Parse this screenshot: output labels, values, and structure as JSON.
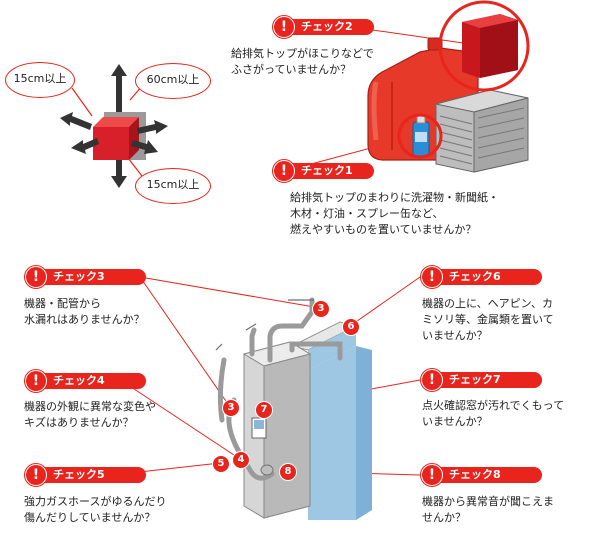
{
  "clearance": {
    "left": "15cm以上",
    "top": "60cm以上",
    "bottom": "15cm以上"
  },
  "exclaim": "!",
  "checks": [
    {
      "label": "チェック2",
      "text": "給排気トップがほこりなどで\nふさがっていませんか？"
    },
    {
      "label": "チェック1",
      "text": "給排気トップのまわりに洗濯物・新聞紙・\n木材・灯油・スプレー缶など、\n燃えやすいものを置いていませんか？"
    },
    {
      "label": "チェック3",
      "text": "機器・配管から\n水漏れはありませんか？"
    },
    {
      "label": "チェック4",
      "text": "機器の外観に異常な変色や\nキズはありませんか？"
    },
    {
      "label": "チェック5",
      "text": "強力ガスホースがゆるんだり\n傷んだりしていませんか？"
    },
    {
      "label": "チェック6",
      "text": "機器の上に、ヘアピン、カ\nミソリ等、金属類を置いて\nいませんか？"
    },
    {
      "label": "チェック7",
      "text": "点火確認窓が汚れでくもって\nいませんか？"
    },
    {
      "label": "チェック8",
      "text": "機器から異常音が聞こえま\nせんか？"
    }
  ],
  "markers": [
    "3",
    "6",
    "3",
    "7",
    "4",
    "5",
    "8"
  ],
  "colors": {
    "accent": "#e8241c",
    "unit": "#c8c8c8",
    "tub": "#9ec7e4"
  }
}
